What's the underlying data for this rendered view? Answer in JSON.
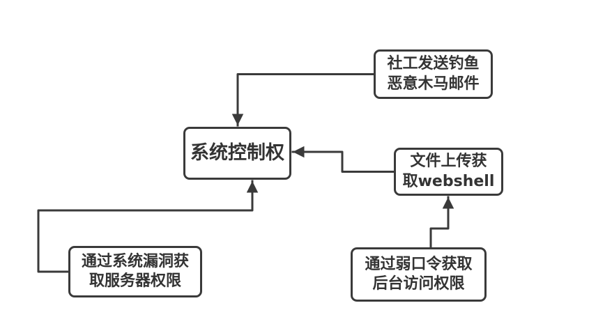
{
  "diagram": {
    "title": "attack-path-flowchart",
    "background_color": "#ffffff",
    "stroke_color": "#3a3a3a",
    "text_color": "#333333",
    "nodes": [
      {
        "id": "phishing-email",
        "lines": [
          "社工发送钓鱼",
          "恶意木马邮件"
        ]
      },
      {
        "id": "system-control",
        "lines": [
          "系统控制权"
        ]
      },
      {
        "id": "webshell-upload",
        "lines": [
          "文件上传获",
          "取webshell"
        ]
      },
      {
        "id": "system-vuln",
        "lines": [
          "通过系统漏洞获",
          "取服务器权限"
        ]
      },
      {
        "id": "weak-password",
        "lines": [
          "通过弱口令获取",
          "后台访问权限"
        ]
      }
    ],
    "edges": [
      {
        "from": "phishing-email",
        "to": "system-control"
      },
      {
        "from": "webshell-upload",
        "to": "system-control"
      },
      {
        "from": "system-vuln",
        "to": "system-control"
      },
      {
        "from": "weak-password",
        "to": "webshell-upload"
      }
    ]
  }
}
